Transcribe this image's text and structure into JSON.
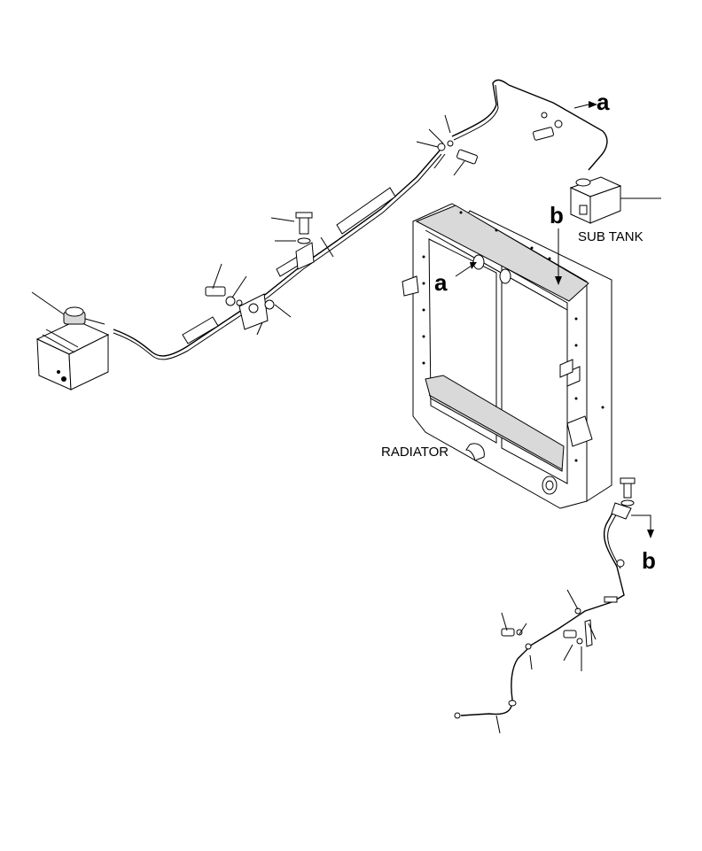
{
  "labels": {
    "sub_tank": "SUB TANK",
    "radiator": "RADIATOR",
    "ref_a_top": "a",
    "ref_a_radiator": "a",
    "ref_b_top": "b",
    "ref_b_bottom": "b"
  }
}
